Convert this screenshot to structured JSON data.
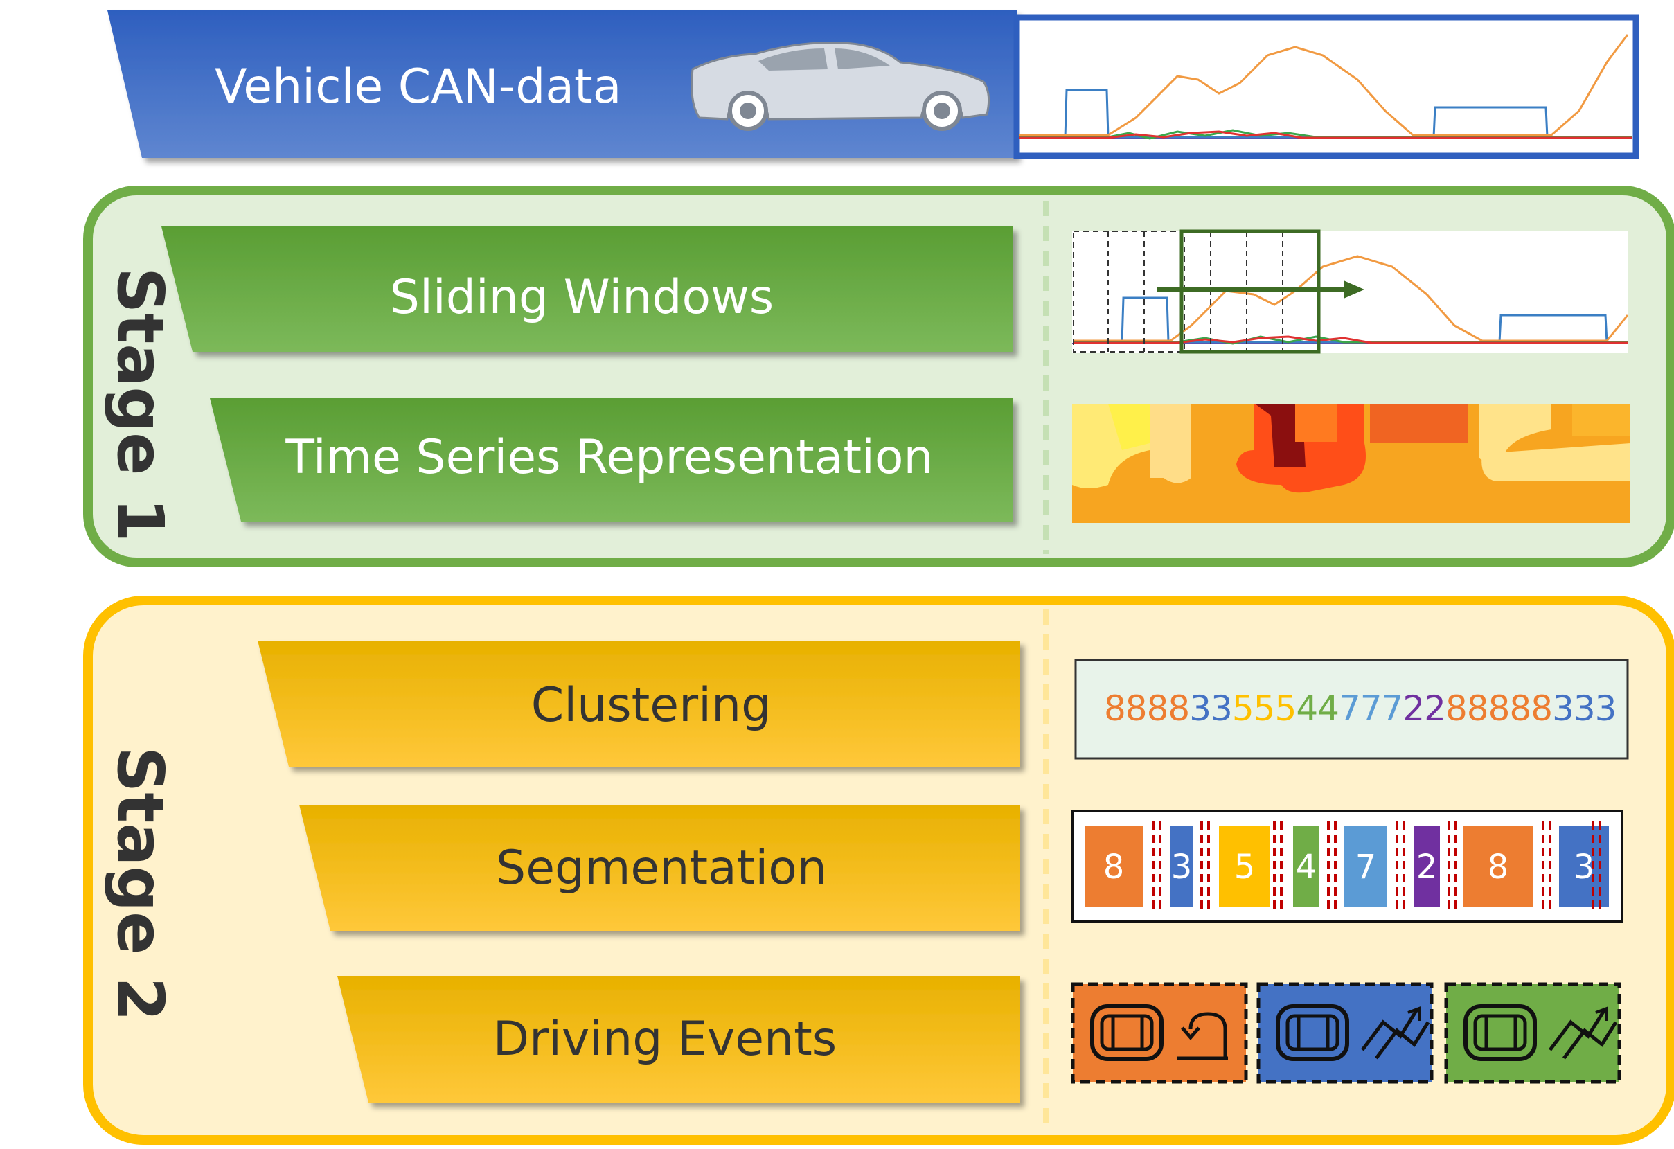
{
  "top_banner": {
    "label": "Vehicle CAN-data",
    "colors": {
      "banner": "#4472c4",
      "signal_frame": "#2f5fbf"
    },
    "icon": "car-icon"
  },
  "stage1": {
    "title": "Stage 1",
    "colors": {
      "panel_fill": "#e2efd9",
      "panel_border": "#70ad47",
      "banner": "#70ad47"
    },
    "steps": [
      {
        "label": "Sliding Windows"
      },
      {
        "label": "Time Series Representation"
      }
    ]
  },
  "stage2": {
    "title": "Stage 2",
    "colors": {
      "panel_fill": "#fff2cc",
      "panel_border": "#ffc000",
      "banner": "#ffc000"
    },
    "steps": [
      {
        "label": "Clustering"
      },
      {
        "label": "Segmentation"
      },
      {
        "label": "Driving Events"
      }
    ]
  },
  "clustering": {
    "sequence": [
      {
        "text": "8888",
        "color": "#ed7d31"
      },
      {
        "text": "33",
        "color": "#4472c4"
      },
      {
        "text": "555",
        "color": "#ffc000"
      },
      {
        "text": "44",
        "color": "#70ad47"
      },
      {
        "text": "777",
        "color": "#5b9bd5"
      },
      {
        "text": "22",
        "color": "#7030a0"
      },
      {
        "text": "88888",
        "color": "#ed7d31"
      },
      {
        "text": "333",
        "color": "#4472c4"
      }
    ]
  },
  "segmentation": {
    "segments": [
      {
        "label": "8",
        "color": "#ed7d31"
      },
      {
        "label": "3",
        "color": "#4472c4"
      },
      {
        "label": "5",
        "color": "#ffc000"
      },
      {
        "label": "4",
        "color": "#70ad47"
      },
      {
        "label": "7",
        "color": "#5b9bd5"
      },
      {
        "label": "2",
        "color": "#7030a0"
      },
      {
        "label": "8",
        "color": "#ed7d31"
      },
      {
        "label": "3",
        "color": "#4472c4"
      }
    ],
    "separator_color": "#c00000"
  },
  "driving_events": [
    {
      "color": "#ed7d31",
      "icons": [
        "car-top-icon",
        "u-turn-icon"
      ]
    },
    {
      "color": "#4472c4",
      "icons": [
        "car-top-icon",
        "lane-change-icon"
      ]
    },
    {
      "color": "#70ad47",
      "icons": [
        "car-top-icon",
        "lane-change-icon"
      ]
    }
  ]
}
